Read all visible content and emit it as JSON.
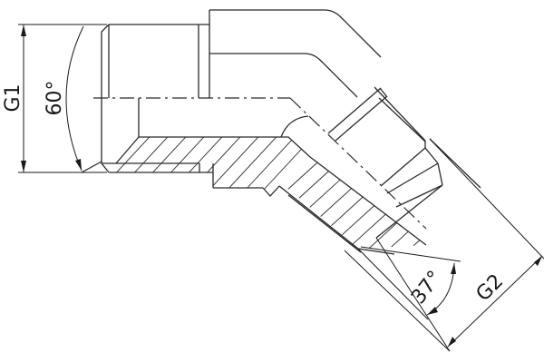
{
  "drawing": {
    "type": "45-degree elbow fitting, technical section drawing",
    "dimensions": {
      "g1": {
        "label": "G1"
      },
      "g2": {
        "label": "G2"
      },
      "angle_60": {
        "label": "60°"
      },
      "angle_37": {
        "label": "37°"
      }
    },
    "colors": {
      "line": "#2a2a2a",
      "background": "#ffffff"
    }
  }
}
